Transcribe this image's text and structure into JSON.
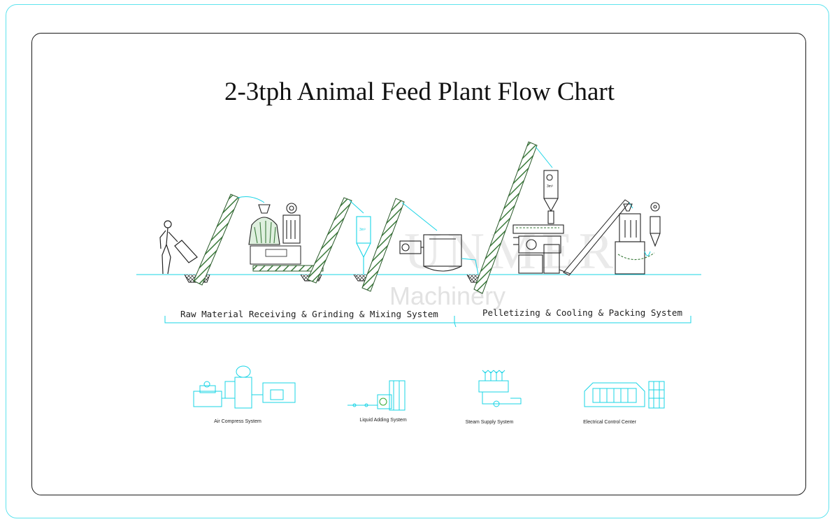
{
  "title": "2-3tph Animal Feed Plant Flow Chart",
  "sections": {
    "left": "Raw Material Receiving & Grinding & Mixing System",
    "right": "Pelletizing & Cooling & Packing System"
  },
  "auxiliary": {
    "air": "Air Compress System",
    "liquid": "Liquid Adding System",
    "steam": "Steam Supply System",
    "electrical": "Electrical Control Center"
  },
  "watermark": {
    "brand": "UNMER",
    "sub": "Machinery"
  },
  "colors": {
    "cyan": "#19d4e6",
    "conveyor_green": "#3a7a3a",
    "line_dark": "#1a1a1a"
  }
}
